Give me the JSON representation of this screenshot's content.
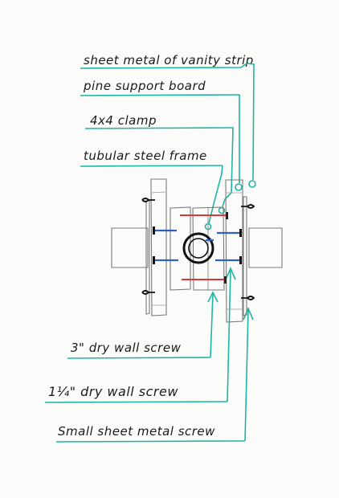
{
  "labels": {
    "sheet_metal": "sheet metal of vanity strip",
    "pine_board": "pine support board",
    "clamp": "4x4 clamp",
    "steel_frame": "tubular steel frame",
    "screw_3in": "3\" dry wall screw",
    "screw_114": "1¼\" dry wall screw",
    "small_screw": "Small sheet metal screw"
  },
  "colors": {
    "leader": "#1fb5a5",
    "ink": "#1a1a1a",
    "red_screw": "#d8393c",
    "blue_screw": "#2d5fc4",
    "pencil": "#8a8a8a"
  }
}
